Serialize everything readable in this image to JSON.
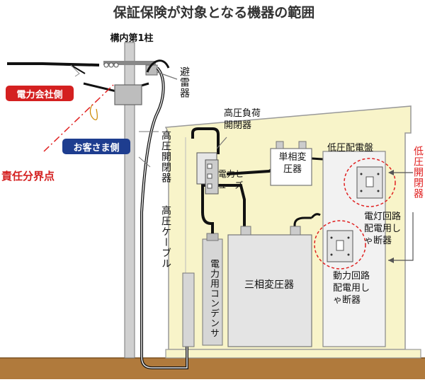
{
  "title": "保証保険が対象となる機器の範囲",
  "labels": {
    "pole": "構内第1柱",
    "lightning_arrester": "避雷器",
    "hv_switch": "高圧開閉器",
    "hv_cable": "高圧ケーブル",
    "utility_side": "電力会社側",
    "customer_side": "お客さま側",
    "boundary": "責任分界点",
    "hv_load_switch": "高圧負荷開閉器",
    "power_fuse": "電力ヒューズ",
    "single_phase_tx": "単相変圧器",
    "lv_panel": "低圧配電盤",
    "lv_switch": "低圧開閉器",
    "lighting_breaker": "電灯回路配電用しゃ断器",
    "power_breaker": "動力回路配電用しゃ断器",
    "capacitor": "電力用コンデンサ",
    "three_phase_tx": "三相変圧器"
  },
  "colors": {
    "title": "#333333",
    "building": "#f8f4c9",
    "ground": "#b07a3c",
    "badge_red": "#d42020",
    "badge_blue": "#1e3d8f",
    "accent_red": "#e02020"
  }
}
